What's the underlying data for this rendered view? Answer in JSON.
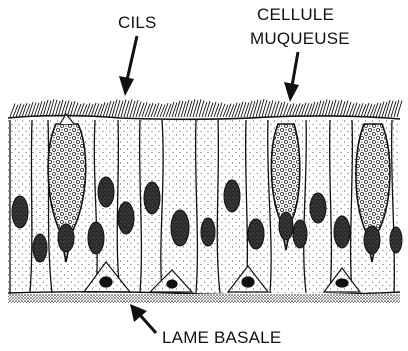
{
  "labels": {
    "cilia": "CILS",
    "mucous_cell_line1": "CELLULE",
    "mucous_cell_line2": "MUQUEUSE",
    "basal_lamina": "LAME BASALE"
  },
  "colors": {
    "ink": "#111111",
    "background": "#ffffff",
    "stipple": "#1a1a1a"
  }
}
